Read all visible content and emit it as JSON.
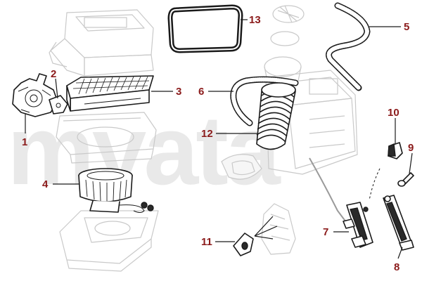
{
  "watermark": {
    "text": "myata"
  },
  "callouts": [
    {
      "id": "1",
      "label": "1"
    },
    {
      "id": "2",
      "label": "2"
    },
    {
      "id": "3",
      "label": "3"
    },
    {
      "id": "4",
      "label": "4"
    },
    {
      "id": "5",
      "label": "5"
    },
    {
      "id": "6",
      "label": "6"
    },
    {
      "id": "7",
      "label": "7"
    },
    {
      "id": "8",
      "label": "8"
    },
    {
      "id": "9",
      "label": "9"
    },
    {
      "id": "10",
      "label": "10"
    },
    {
      "id": "11",
      "label": "11"
    },
    {
      "id": "12",
      "label": "12"
    },
    {
      "id": "13",
      "label": "13"
    }
  ],
  "colors": {
    "callout": "#8b1b1b",
    "line": "#1a1a1a",
    "ghost": "#c9c9c9",
    "watermark": "#e9e9e9"
  }
}
